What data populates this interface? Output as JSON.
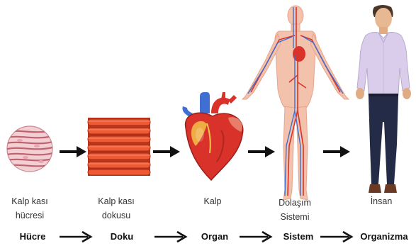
{
  "stages": [
    {
      "label_line1": "Kalp kası",
      "label_line2": "hücresi"
    },
    {
      "label_line1": "Kalp kası",
      "label_line2": "dokusu"
    },
    {
      "label_line1": "Kalp",
      "label_line2": ""
    },
    {
      "label_line1": "Dolaşım",
      "label_line2": "Sistemi"
    },
    {
      "label_line1": "İnsan",
      "label_line2": ""
    }
  ],
  "levels": [
    "Hücre",
    "Doku",
    "Organ",
    "Sistem",
    "Organizma"
  ],
  "colors": {
    "cell_fill": "#f1cfd3",
    "tissue_fill": "#e0492c",
    "heart_fill": "#d9322a",
    "body_fill": "#f3c2ad",
    "shirt": "#d9cdeb",
    "trousers": "#232b46",
    "arrow": "#111111"
  }
}
